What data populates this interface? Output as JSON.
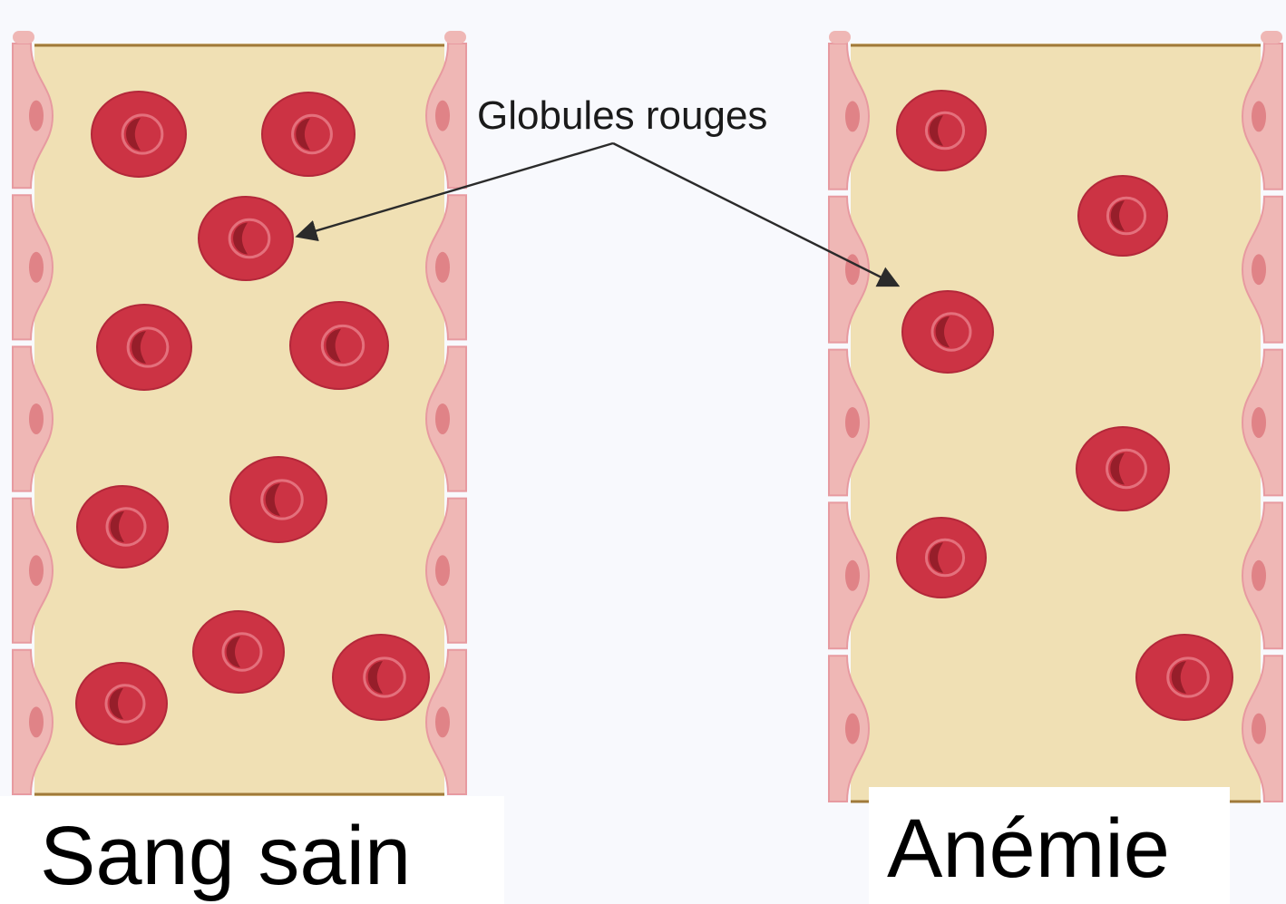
{
  "callout": {
    "text": "Globules rouges"
  },
  "panels": {
    "left": {
      "label": "Sang sain"
    },
    "right": {
      "label": "Anémie"
    }
  },
  "colors": {
    "background": "#f8f9fd",
    "plasma": "#f0e0b4",
    "vessel_wall": "#efb7b5",
    "wall_nucleus": "#e08387",
    "red_blood_cell": "#cc3344",
    "cell_dimple": "#961e2a",
    "arrow": "#2b2b2b"
  }
}
